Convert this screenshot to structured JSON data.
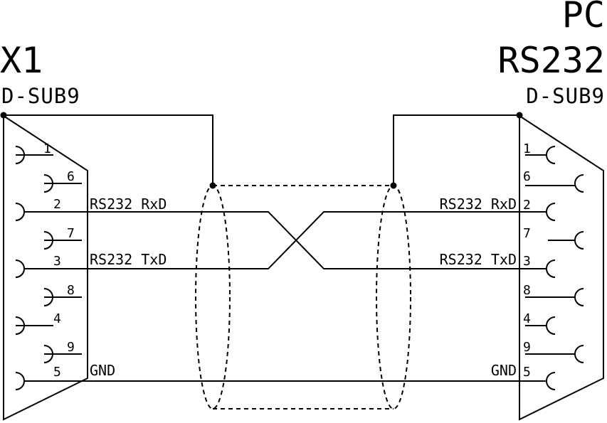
{
  "left_connector": {
    "name": "X1",
    "type": "D-SUB9",
    "pins": [
      "1",
      "6",
      "2",
      "7",
      "3",
      "8",
      "4",
      "9",
      "5"
    ],
    "signals": {
      "rxd": "RS232 RxD",
      "txd": "RS232 TxD",
      "gnd": "GND"
    }
  },
  "right_connector": {
    "line1": "PC",
    "line2": "RS232",
    "type": "D-SUB9",
    "pins": [
      "1",
      "6",
      "2",
      "7",
      "3",
      "8",
      "4",
      "9",
      "5"
    ],
    "signals": {
      "rxd": "RS232 RxD",
      "txd": "RS232 TxD",
      "gnd": "GND"
    }
  }
}
